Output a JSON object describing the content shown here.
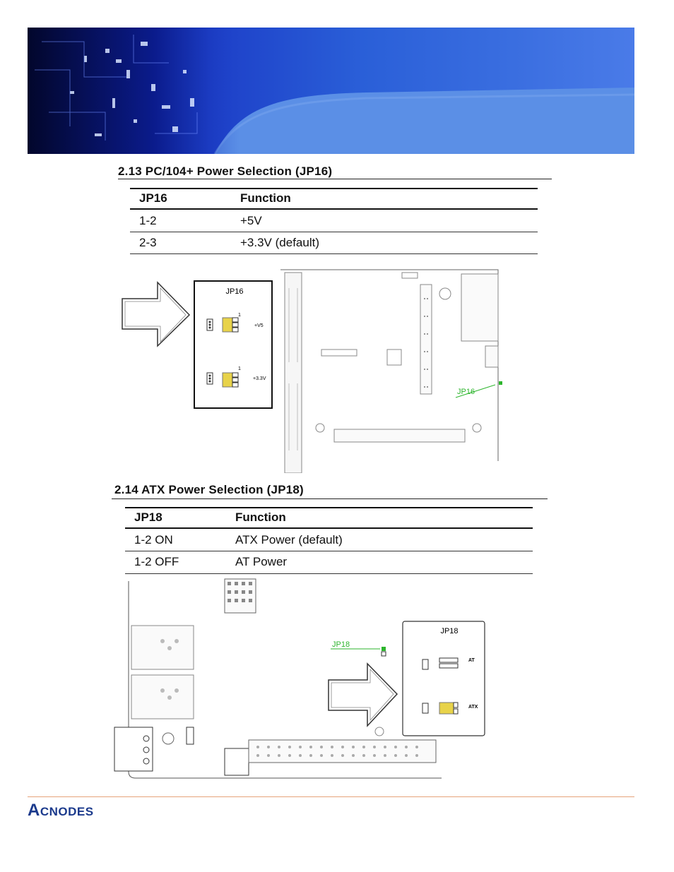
{
  "section_1": {
    "title": "2.13 PC/104+ Power Selection (JP16)",
    "table": {
      "headers": [
        "JP16",
        "Function"
      ],
      "rows": [
        [
          "1-2",
          "+5V"
        ],
        [
          "2-3",
          "+3.3V (default)"
        ]
      ]
    },
    "diagram": {
      "box_title": "JP16",
      "label_5v": "+V5",
      "label_33v": "+3.3V",
      "board_label": "JP16",
      "pin1": "1",
      "pin1_b": "1"
    }
  },
  "section_2": {
    "title": "2.14 ATX Power Selection (JP18)",
    "table": {
      "headers": [
        "JP18",
        "Function"
      ],
      "rows": [
        [
          "1-2 ON",
          "ATX Power (default)"
        ],
        [
          "1-2 OFF",
          "AT Power"
        ]
      ]
    },
    "diagram": {
      "box_title": "JP18",
      "label_at": "AT",
      "label_atx": "ATX",
      "board_label": "JP18"
    }
  },
  "footer": {
    "brand": "ACNODES"
  },
  "colors": {
    "banner_dark": "#0a1a8a",
    "banner_light": "#4a7be8",
    "jumper_green": "#2db52d",
    "jumper_yellow": "#e8d34a",
    "footer_rule": "#e6a27a",
    "brand_blue": "#1b3a8c"
  }
}
